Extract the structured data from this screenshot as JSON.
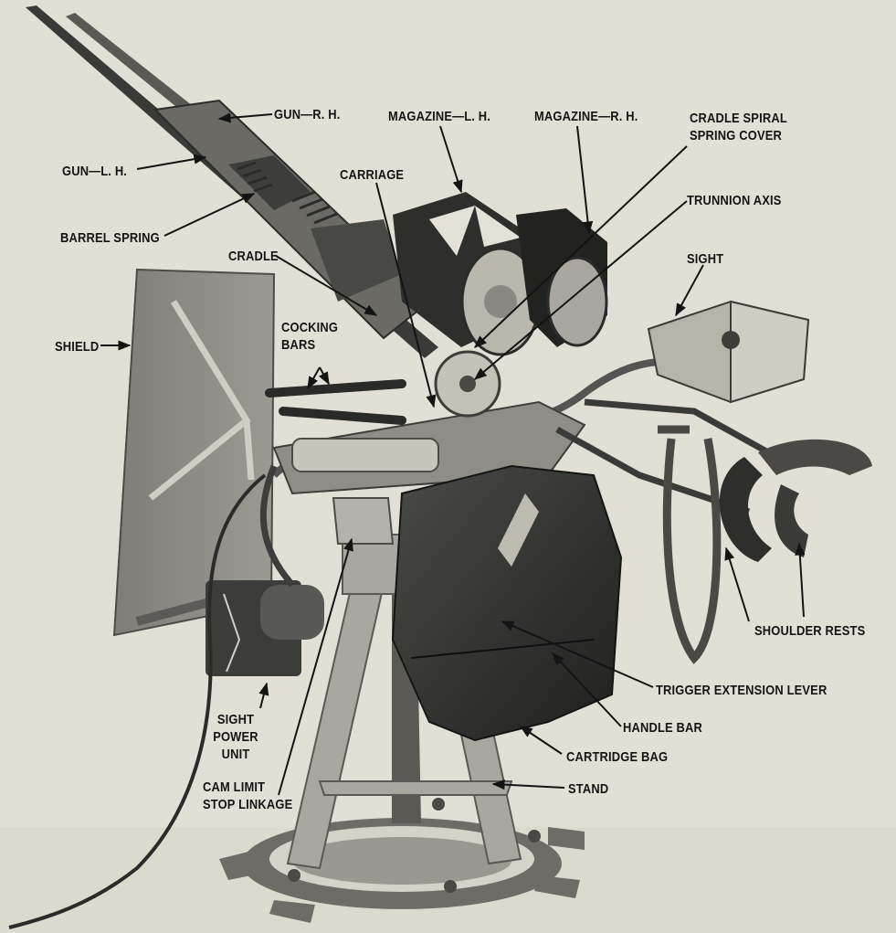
{
  "diagram": {
    "labels": {
      "gun_rh": "GUN—R. H.",
      "magazine_lh": "MAGAZINE—L. H.",
      "magazine_rh": "MAGAZINE—R. H.",
      "cradle_spiral": "CRADLE SPIRAL\nSPRING COVER",
      "gun_lh": "GUN—L. H.",
      "carriage": "CARRIAGE",
      "trunnion_axis": "TRUNNION AXIS",
      "barrel_spring": "BARREL SPRING",
      "cradle": "CRADLE",
      "sight": "SIGHT",
      "shield": "SHIELD",
      "cocking_bars": "COCKING\nBARS",
      "shoulder_rests": "SHOULDER RESTS",
      "trigger_extension": "TRIGGER EXTENSION LEVER",
      "sight_power_unit": "SIGHT\nPOWER\nUNIT",
      "handle_bar": "HANDLE BAR",
      "cartridge_bag": "CARTRIDGE BAG",
      "cam_limit": "CAM LIMIT\nSTOP LINKAGE",
      "stand": "STAND"
    },
    "colors": {
      "background": "#e2e0d6",
      "metal_light": "#c9c7bd",
      "metal_mid": "#8d8b84",
      "metal_dark": "#2f2f2d",
      "text": "#141414"
    }
  }
}
